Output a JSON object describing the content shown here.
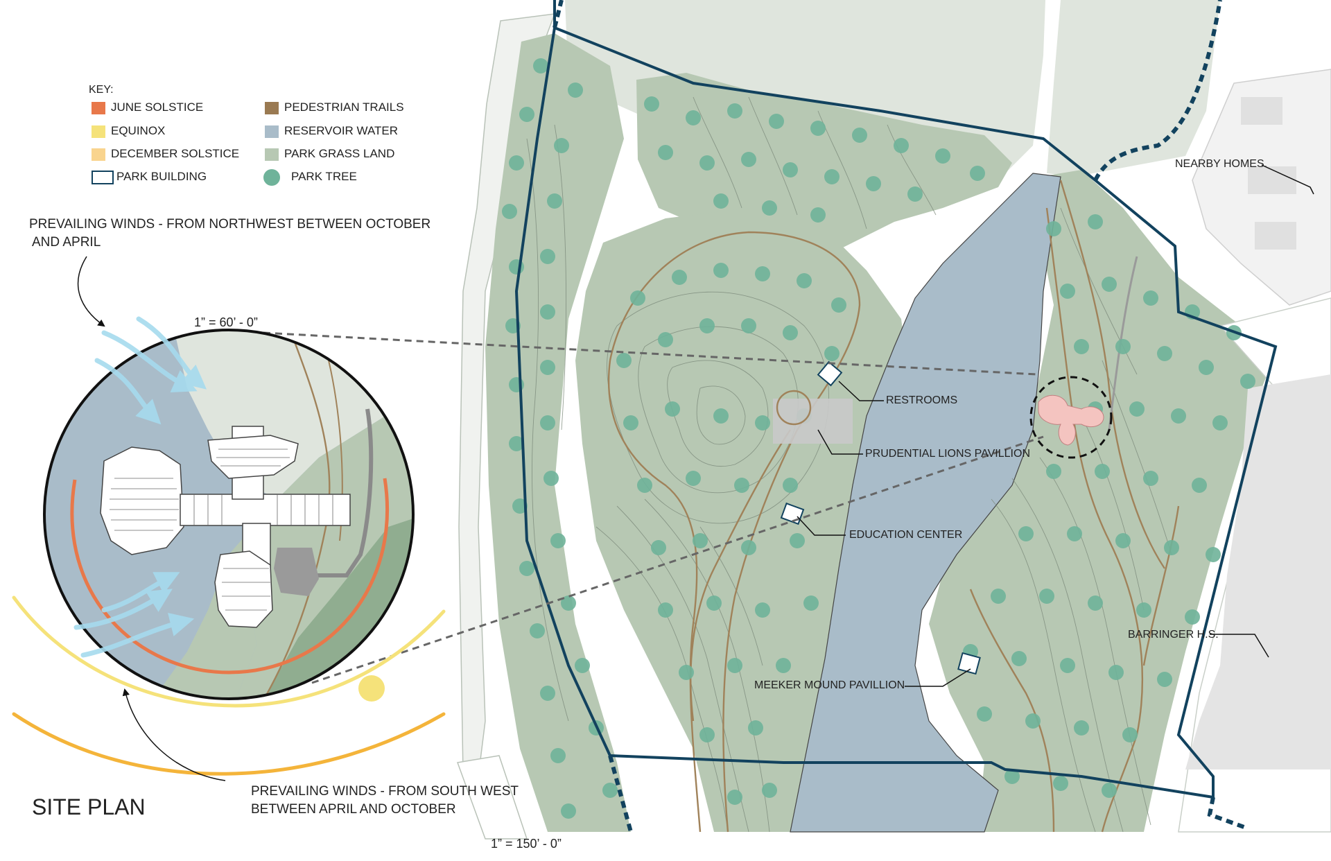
{
  "colors": {
    "june_solstice": "#e8784a",
    "equinox": "#f5e27a",
    "december_solstice": "#f9d48e",
    "pedestrian_trails": "#9a7a52",
    "reservoir_water": "#a9bcc9",
    "park_grass_land": "#b7c8b3",
    "park_tree": "#6fb39a",
    "park_building_outline": "#12425e",
    "boundary": "#12425e",
    "pavilion_pink": "#f4c4c0"
  },
  "key": {
    "title": "KEY:",
    "items": [
      {
        "label": "JUNE SOLSTICE",
        "color_key": "june_solstice",
        "shape": "square"
      },
      {
        "label": "EQUINOX",
        "color_key": "equinox",
        "shape": "square"
      },
      {
        "label": "DECEMBER SOLSTICE",
        "color_key": "december_solstice",
        "shape": "square"
      },
      {
        "label": "PARK BUILDING",
        "color_key": "park_building_outline",
        "shape": "outline"
      },
      {
        "label": "PEDESTRIAN TRAILS",
        "color_key": "pedestrian_trails",
        "shape": "square"
      },
      {
        "label": "RESERVOIR WATER",
        "color_key": "reservoir_water",
        "shape": "square"
      },
      {
        "label": "PARK GRASS LAND",
        "color_key": "park_grass_land",
        "shape": "square"
      },
      {
        "label": "PARK TREE",
        "color_key": "park_tree",
        "shape": "circle"
      }
    ]
  },
  "notes": {
    "winds_northwest_line1": "PREVAILING WINDS - FROM NORTHWEST BETWEEN OCTOBER",
    "winds_northwest_line2": "AND APRIL",
    "winds_southwest_line1": "PREVAILING WINDS - FROM SOUTH WEST",
    "winds_southwest_line2": "BETWEEN APRIL AND OCTOBER"
  },
  "scales": {
    "detail": "1” = 60’ - 0”",
    "site": "1” = 150’ - 0”"
  },
  "title": "SITE PLAN",
  "callouts": {
    "restrooms": "RESTROOMS",
    "prudential": "PRUDENTIAL LIONS PAVILLION",
    "education": "EDUCATION CENTER",
    "meeker": "MEEKER MOUND PAVILLION",
    "homes": "NEARBY HOMES.",
    "barringer": "BARRINGER H.S."
  }
}
